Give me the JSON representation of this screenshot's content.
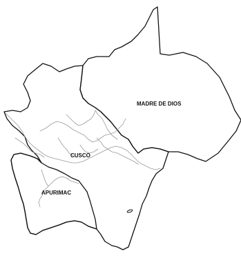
{
  "map": {
    "regions": [
      {
        "id": "madre-de-dios",
        "label": "MADRE DE DIOS"
      },
      {
        "id": "cusco",
        "label": "CUSCO"
      },
      {
        "id": "apurimac",
        "label": "APURIMAC"
      }
    ],
    "colors": {
      "border": "#111111",
      "river": "#9a9a9a",
      "background": "#ffffff"
    }
  }
}
